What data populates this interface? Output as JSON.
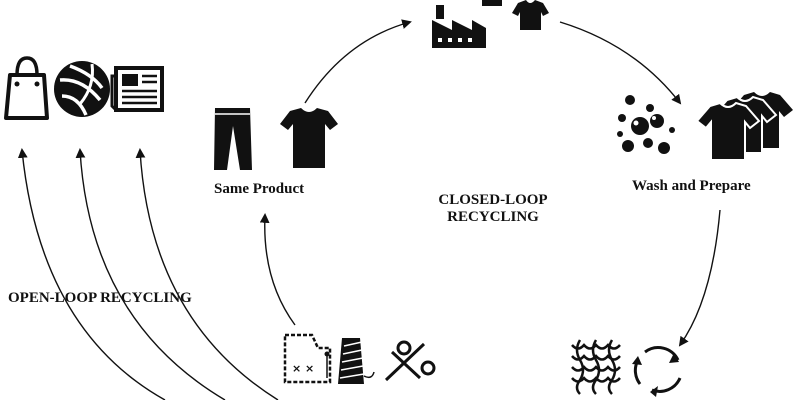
{
  "labels": {
    "same_product": "Same Product",
    "wash_and_prepare": "Wash and Prepare",
    "closed_loop_line1": "CLOSED-LOOP",
    "closed_loop_line2": "RECYCLING",
    "open_loop": "OPEN-LOOP RECYCLING"
  },
  "colors": {
    "ink": "#111111",
    "background": "#ffffff"
  },
  "icons": [
    "shopping-bag-icon",
    "volleyball-icon",
    "newspaper-icon",
    "pants-icon",
    "tshirt-icon",
    "factory-icon",
    "bubbles-icon",
    "stacked-tshirts-icon",
    "woven-fabric-icon",
    "recycle-arrows-icon",
    "sewing-pattern-icon",
    "thread-spool-icon",
    "scissors-icon"
  ]
}
